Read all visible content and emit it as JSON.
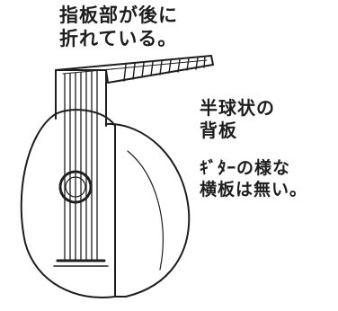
{
  "annotations": {
    "neck_note": {
      "line1": "指板部が後に",
      "line2": "折れている。"
    },
    "back_note": {
      "line1": "半球状の",
      "line2": "背板"
    },
    "sides_note": {
      "line1": "ｷﾞﾀｰの様な",
      "line2": "横板は無い。"
    }
  },
  "colors": {
    "ink": "#1e1e1e",
    "paper": "#ffffff"
  },
  "illustration": {
    "subject": "lute-sketch"
  }
}
